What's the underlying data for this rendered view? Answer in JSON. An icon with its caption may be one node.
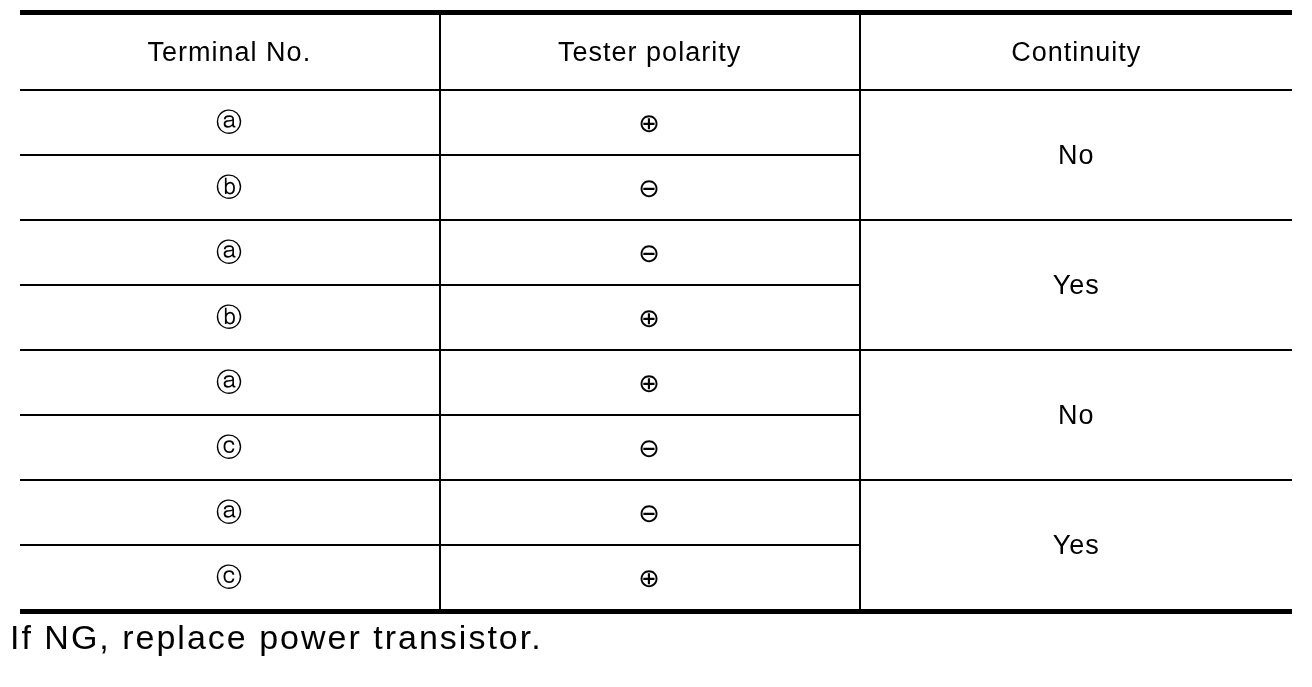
{
  "diagram": {
    "caption": "If NG, replace power transistor.",
    "labels": [
      "Terminal No.",
      "Tester polarity",
      "Continuity",
      "ⓐ",
      "⊕",
      "No",
      "ⓑ",
      "⊖",
      "ⓐ",
      "⊖",
      "Yes",
      "ⓑ",
      "⊕",
      "ⓐ",
      "⊕",
      "No",
      "ⓒ",
      "⊖",
      "ⓐ",
      "⊖",
      "Yes",
      "ⓒ",
      "⊕"
    ]
  }
}
